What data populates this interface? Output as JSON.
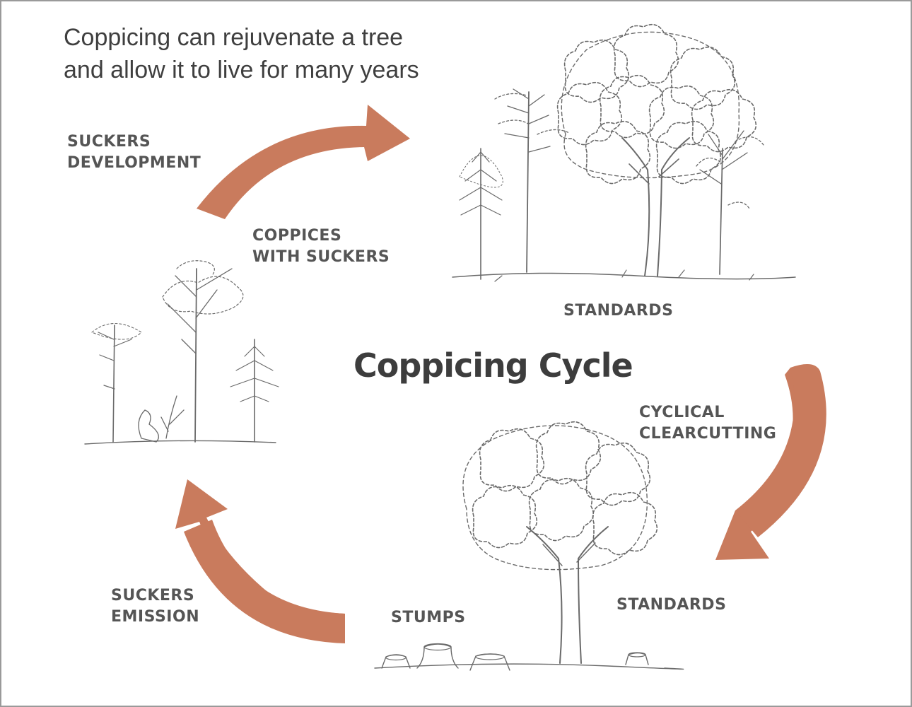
{
  "intro": {
    "line1": "Coppicing can rejuvenate a tree",
    "line2": "and allow it to live for many years"
  },
  "title": "Coppicing Cycle",
  "labels": {
    "suckers_development": [
      "SUCKERS",
      "DEVELOPMENT"
    ],
    "coppices_with_suckers": [
      "COPPICES",
      "WITH SUCKERS"
    ],
    "standards_top": "STANDARDS",
    "cyclical_clearcutting": [
      "CYCLICAL",
      "CLEARCUTTING"
    ],
    "standards_bottom": "STANDARDS",
    "stumps": "STUMPS",
    "suckers_emission": [
      "SUCKERS",
      "EMISSION"
    ]
  },
  "colors": {
    "arrow": "#c97b5d",
    "line_art": "#6a6a6a",
    "text": "#555555"
  },
  "icons": [
    "forest-standards-illustration",
    "coppice-trees-illustration",
    "standard-tree-with-stumps-illustration"
  ]
}
